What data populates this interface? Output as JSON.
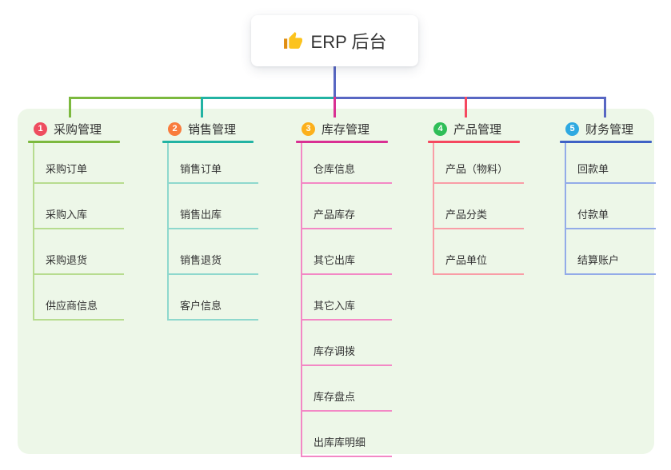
{
  "root": {
    "label": "ERP 后台",
    "icon": "thumbs-up-icon"
  },
  "connectors": {
    "stem_color": "#5867c3",
    "bus_segment_colors": [
      "#7cb93e",
      "#22b3a3",
      "#5867c3"
    ]
  },
  "panel_color": "#edf7e8",
  "branches": [
    {
      "num": "1",
      "label": "采购管理",
      "badge_color": "#ee4d5f",
      "line_color": "#7cb93e",
      "light_color": "#b7dc8f",
      "drop_color": "#7cb93e",
      "items": [
        "采购订单",
        "采购入库",
        "采购退货",
        "供应商信息"
      ]
    },
    {
      "num": "2",
      "label": "销售管理",
      "badge_color": "#f97c3d",
      "line_color": "#22b3a3",
      "light_color": "#8ed8cd",
      "drop_color": "#22b3a3",
      "items": [
        "销售订单",
        "销售出库",
        "销售退货",
        "客户信息"
      ]
    },
    {
      "num": "3",
      "label": "库存管理",
      "badge_color": "#fcb01c",
      "line_color": "#d93093",
      "light_color": "#f388c5",
      "drop_color": "#d93093",
      "items": [
        "仓库信息",
        "产品库存",
        "其它出库",
        "其它入库",
        "库存调拨",
        "库存盘点",
        "出库库明细"
      ]
    },
    {
      "num": "4",
      "label": "产品管理",
      "badge_color": "#2fbe58",
      "line_color": "#f5485f",
      "light_color": "#f99da6",
      "drop_color": "#f5485f",
      "items": [
        "产品（物料）",
        "产品分类",
        "产品单位"
      ]
    },
    {
      "num": "5",
      "label": "财务管理",
      "badge_color": "#2fa9e1",
      "line_color": "#3f62c5",
      "light_color": "#93abe8",
      "drop_color": "#5867c3",
      "items": [
        "回款单",
        "付款单",
        "结算账户"
      ]
    }
  ]
}
